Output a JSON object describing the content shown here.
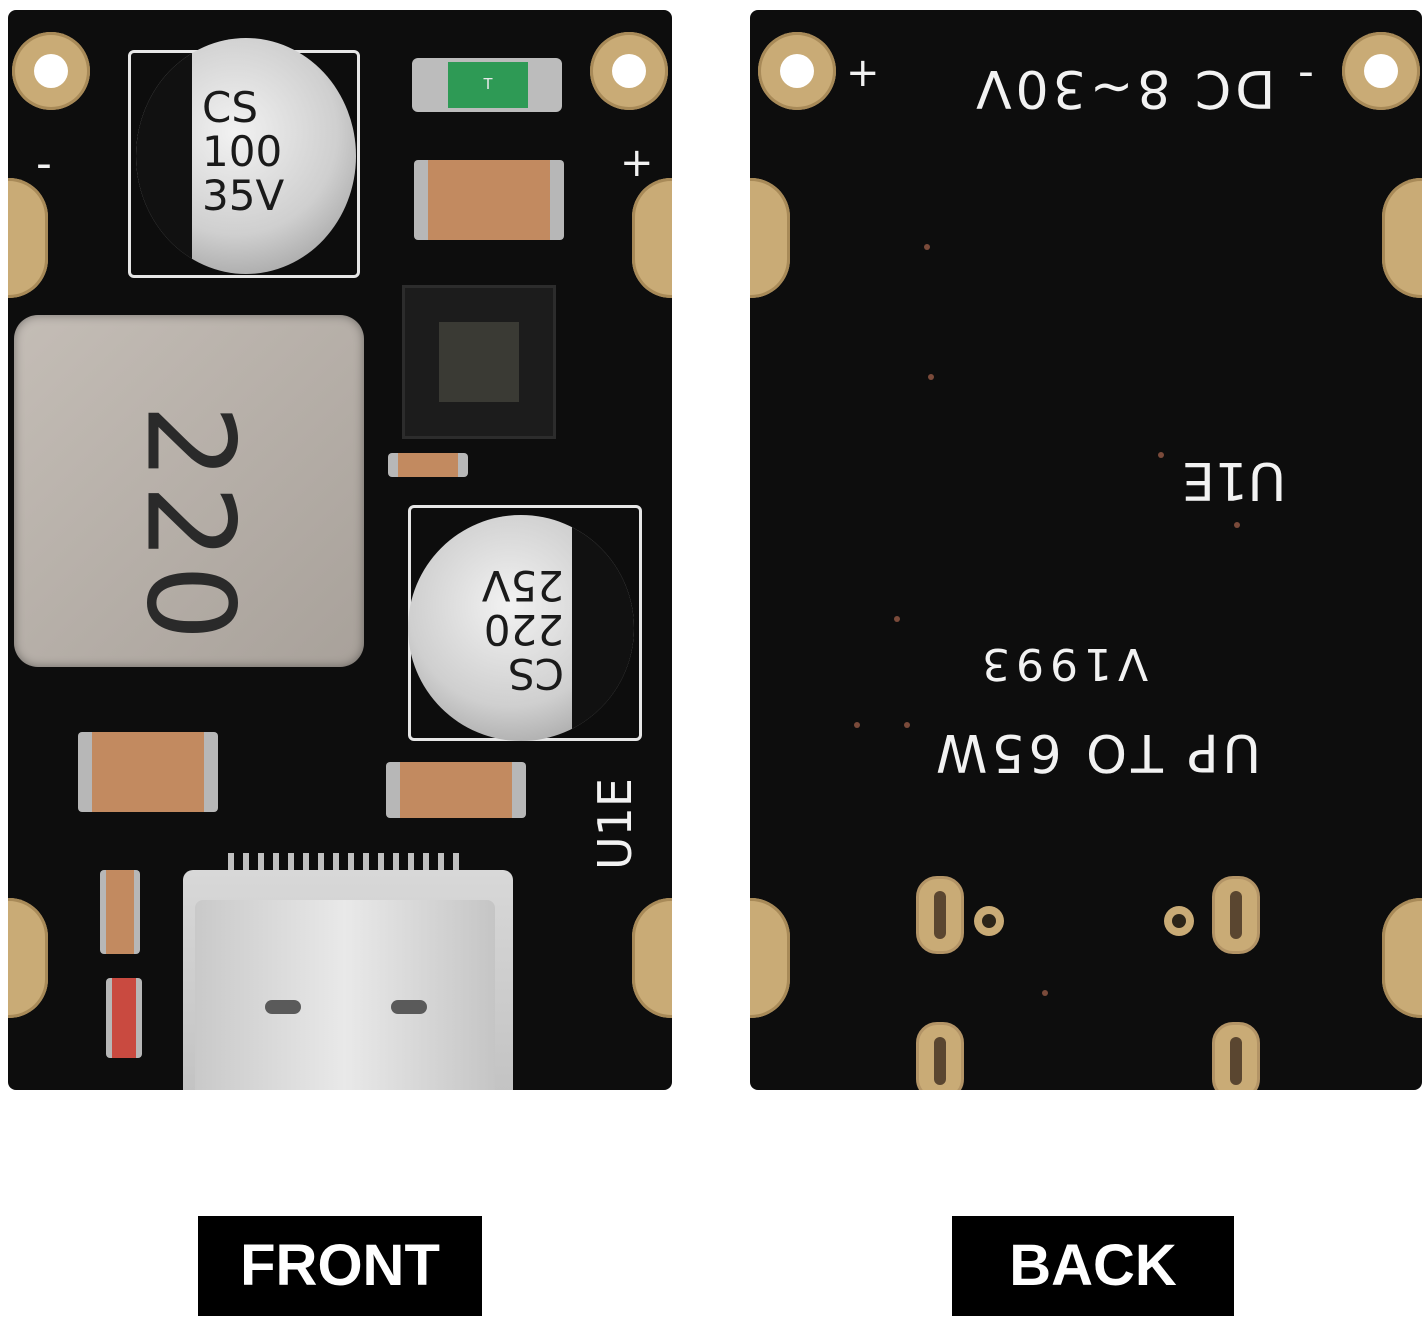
{
  "front": {
    "silk_minus": "-",
    "silk_plus": "+",
    "cap_input_text": "CS\n100\n35V",
    "cap_output_text": "CS\n220\n25V",
    "inductor_text": "220",
    "led_text": "T",
    "silk_code": "U1E"
  },
  "back": {
    "silk_plus": "+",
    "silk_minus": "-",
    "silk_input": "DC 8~30V",
    "silk_code": "U1E",
    "silk_version": "V1993",
    "silk_power": "UP TO 65W"
  },
  "labels": {
    "front": "FRONT",
    "back": "BACK"
  },
  "colors": {
    "pcb": "#0d0d0d",
    "pad_gold": "#c9ab76",
    "label_bg": "#000000",
    "label_text": "#ffffff"
  }
}
